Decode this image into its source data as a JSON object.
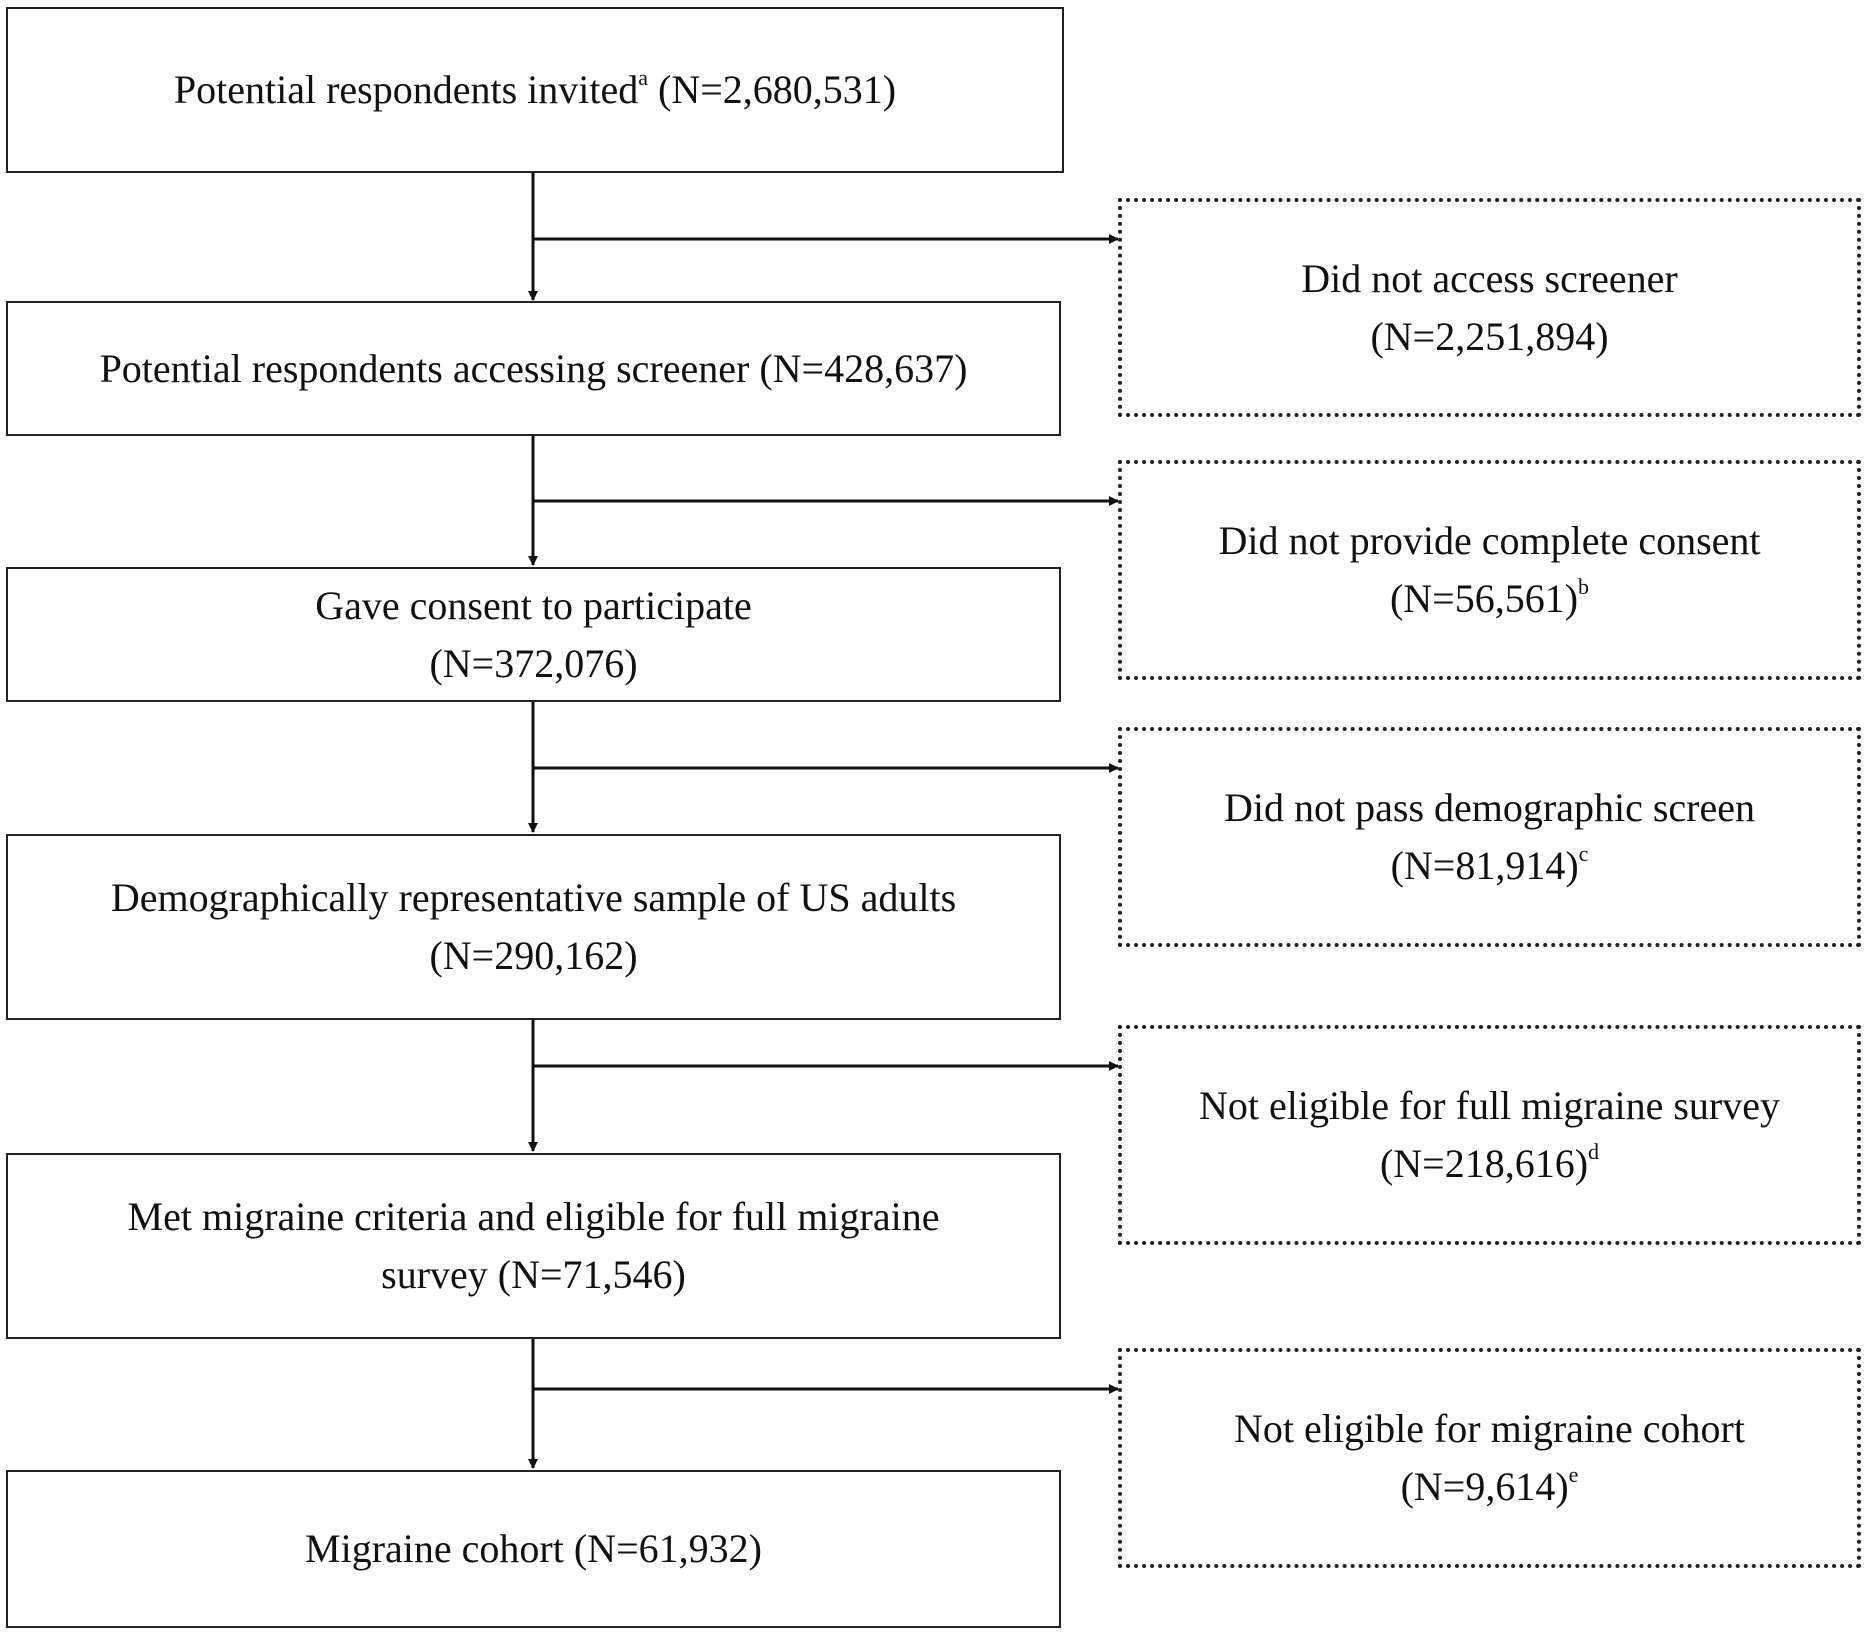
{
  "flow": [
    {
      "id": "invited",
      "lines": [
        {
          "text": "Potential respondents invited",
          "sup": "a",
          "tail": " (N=2,680,531)"
        }
      ]
    },
    {
      "id": "accessing",
      "lines": [
        {
          "text": "Potential respondents accessing screener (N=428,637)",
          "sup": "",
          "tail": ""
        }
      ]
    },
    {
      "id": "consent",
      "lines": [
        {
          "text": "Gave consent to participate",
          "sup": "",
          "tail": ""
        },
        {
          "text": "(N=372,076)",
          "sup": "",
          "tail": ""
        }
      ]
    },
    {
      "id": "demographic",
      "lines": [
        {
          "text": "Demographically representative sample of US adults",
          "sup": "",
          "tail": ""
        },
        {
          "text": "(N=290,162)",
          "sup": "",
          "tail": ""
        }
      ]
    },
    {
      "id": "migraine-criteria",
      "lines": [
        {
          "text": "Met migraine criteria and eligible for full migraine",
          "sup": "",
          "tail": ""
        },
        {
          "text": "survey (N=71,546)",
          "sup": "",
          "tail": ""
        }
      ]
    },
    {
      "id": "cohort",
      "lines": [
        {
          "text": "Migraine cohort (N=61,932)",
          "sup": "",
          "tail": ""
        }
      ]
    }
  ],
  "exclusions": [
    {
      "id": "no-access",
      "lines": [
        {
          "text": "Did not access screener",
          "sup": "",
          "tail": ""
        },
        {
          "text": "(N=2,251,894)",
          "sup": "",
          "tail": ""
        }
      ]
    },
    {
      "id": "no-consent",
      "lines": [
        {
          "text": "Did not provide complete consent",
          "sup": "",
          "tail": ""
        },
        {
          "text": "(N=56,561)",
          "sup": "b",
          "tail": ""
        }
      ]
    },
    {
      "id": "no-demographic",
      "lines": [
        {
          "text": "Did not pass demographic screen",
          "sup": "",
          "tail": ""
        },
        {
          "text": "(N=81,914)",
          "sup": "c",
          "tail": ""
        }
      ]
    },
    {
      "id": "not-eligible-survey",
      "lines": [
        {
          "text": "Not eligible for full migraine survey",
          "sup": "",
          "tail": ""
        },
        {
          "text": "(N=218,616)",
          "sup": "d",
          "tail": ""
        }
      ]
    },
    {
      "id": "not-eligible-cohort",
      "lines": [
        {
          "text": "Not eligible for migraine cohort",
          "sup": "",
          "tail": ""
        },
        {
          "text": "(N=9,614)",
          "sup": "e",
          "tail": ""
        }
      ]
    }
  ]
}
